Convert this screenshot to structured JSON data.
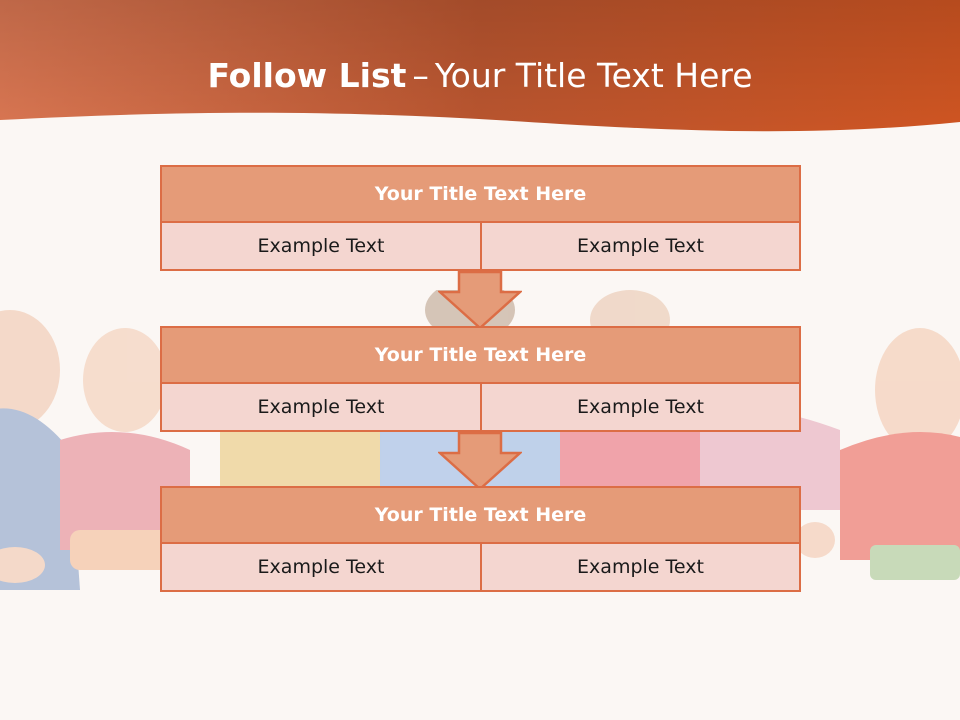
{
  "header": {
    "title_bold": "Follow List",
    "title_sep": "–",
    "title_rest": "Your Title Text Here"
  },
  "blocks": [
    {
      "title": "Your Title Text Here",
      "left": "Example Text",
      "right": "Example Text"
    },
    {
      "title": "Your Title Text Here",
      "left": "Example Text",
      "right": "Example Text"
    },
    {
      "title": "Your Title Text Here",
      "left": "Example Text",
      "right": "Example Text"
    }
  ],
  "colors": {
    "header_orange": "#d4582a",
    "block_header": "#e59b78",
    "block_cell": "#f4d6d0",
    "border": "#dc6d45",
    "background": "#fbf7f4"
  }
}
